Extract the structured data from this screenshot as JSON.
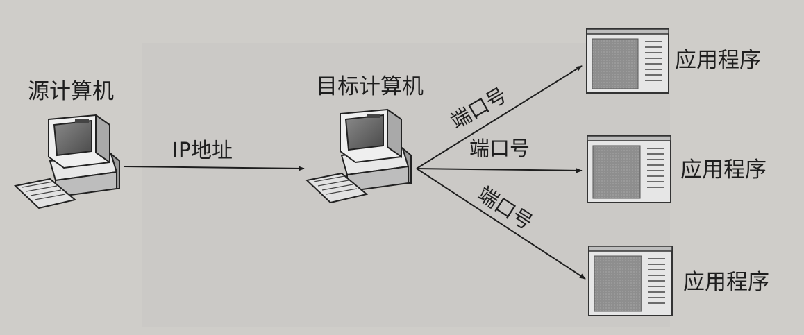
{
  "source": {
    "label": "源计算机"
  },
  "target": {
    "label": "目标计算机"
  },
  "ip_link": {
    "label": "IP地址"
  },
  "ports": [
    {
      "label": "端口号"
    },
    {
      "label": "端口号"
    },
    {
      "label": "端口号"
    }
  ],
  "apps": [
    {
      "label": "应用程序"
    },
    {
      "label": "应用程序"
    },
    {
      "label": "应用程序"
    }
  ]
}
